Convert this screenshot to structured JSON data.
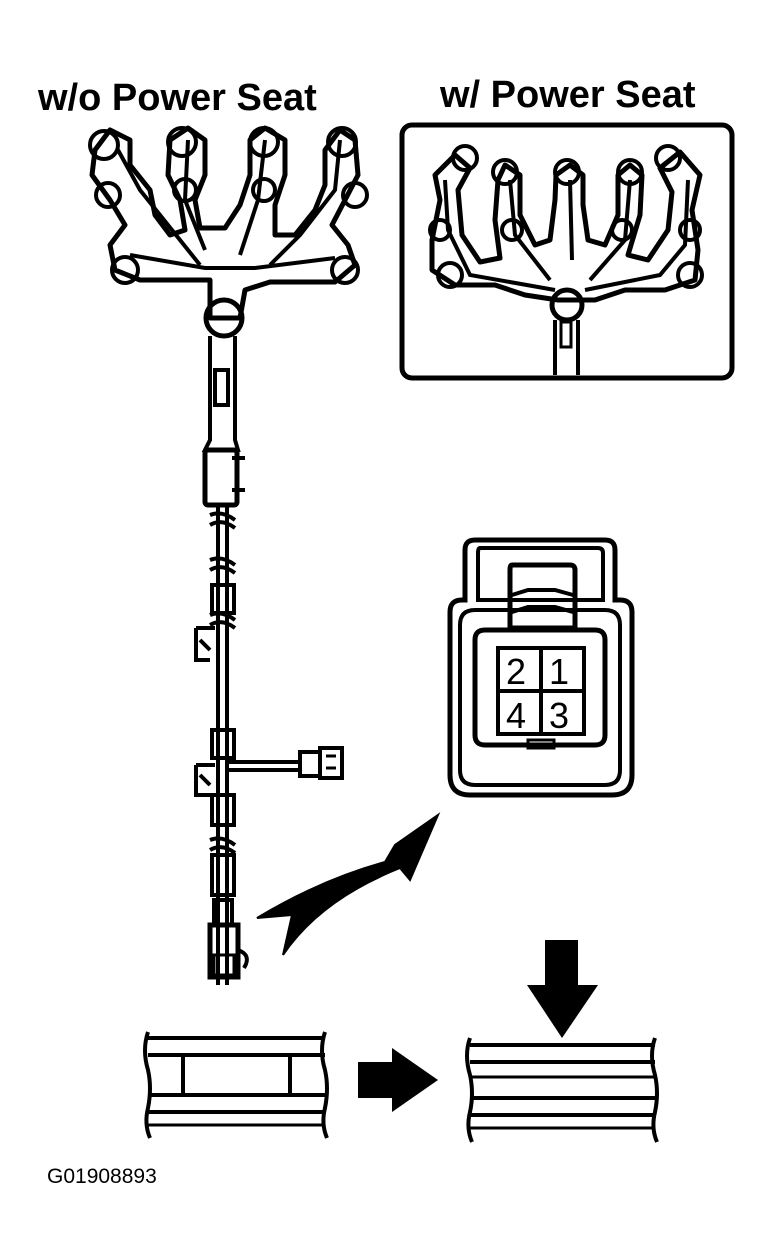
{
  "labels": {
    "without_power_seat": "w/o Power Seat",
    "with_power_seat": "w/ Power Seat"
  },
  "connector": {
    "pins": [
      "2",
      "1",
      "4",
      "3"
    ]
  },
  "figure_code": "G01908893"
}
